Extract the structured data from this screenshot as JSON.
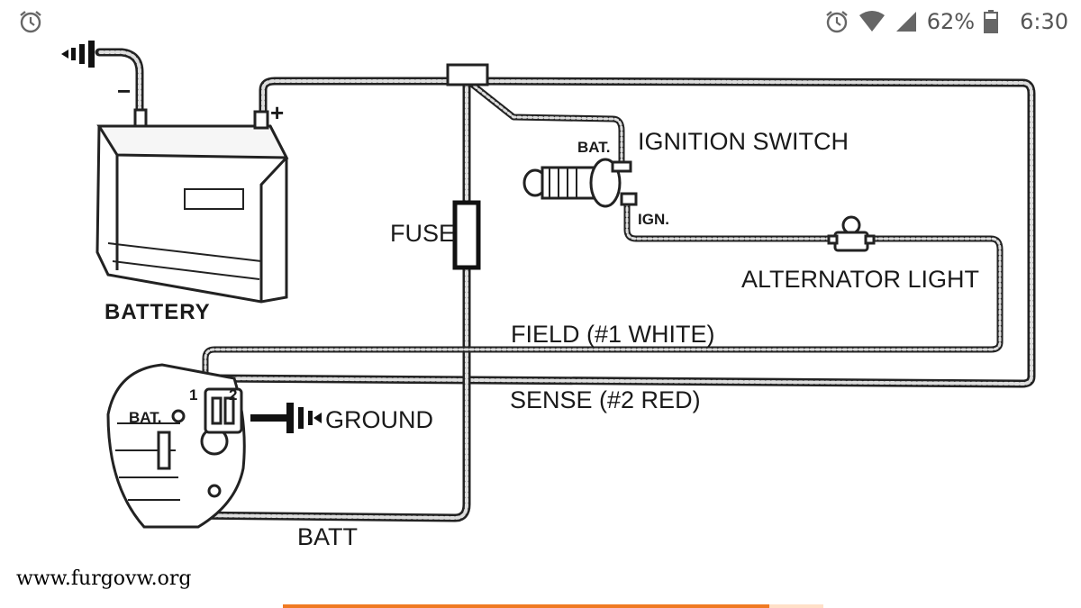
{
  "status_bar": {
    "battery_percent": "62%",
    "time": "6:30",
    "icons": [
      "alarm-icon",
      "wifi-icon",
      "signal-icon",
      "battery-icon"
    ]
  },
  "diagram": {
    "labels": {
      "battery": "BATTERY",
      "minus": "−",
      "plus": "+",
      "fuse": "FUSE",
      "bat_switch": "BAT.",
      "ignition_switch": "IGNITION SWITCH",
      "ign": "IGN.",
      "alternator_light": "ALTERNATOR LIGHT",
      "field": "FIELD (#1 WHITE)",
      "sense": "SENSE (#2 RED)",
      "bat_alt": "BAT.",
      "terminal_1": "1",
      "terminal_2": "2",
      "ground": "GROUND",
      "batt": "BATT"
    }
  },
  "watermark": "www.furgovw.org",
  "progress": {
    "value": 0.9,
    "color": "#f07a22"
  }
}
